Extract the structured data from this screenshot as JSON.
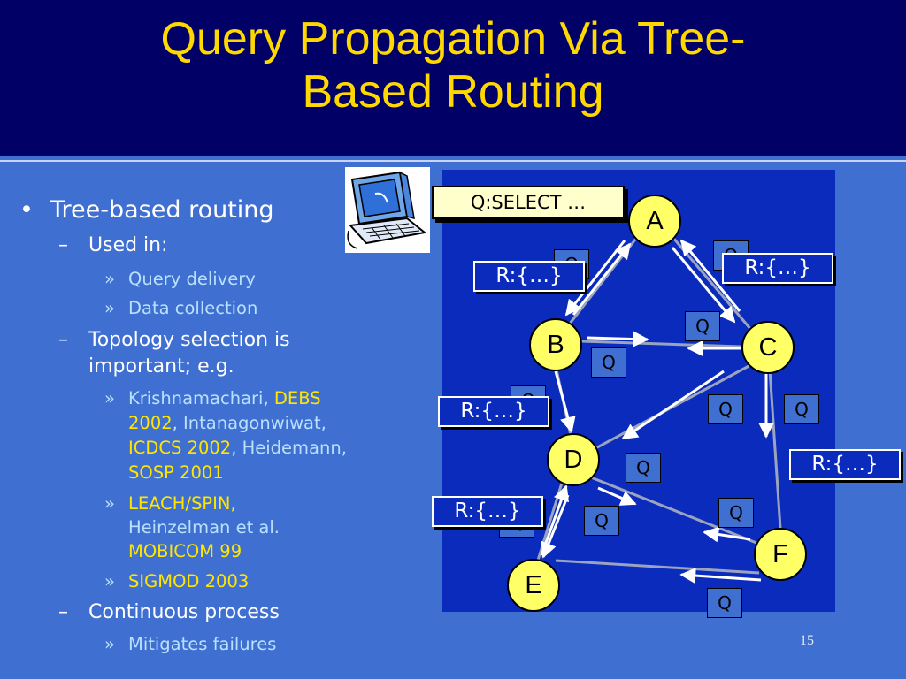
{
  "slide": {
    "title_line1": "Query Propagation Via Tree-",
    "title_line2": "Based Routing",
    "page_number": "15"
  },
  "bullets": {
    "l1_marker": "•",
    "l2_marker": "–",
    "l3_marker": "»",
    "tree_routing": "Tree-based routing",
    "used_in": "Used in:",
    "query_delivery": "Query delivery",
    "data_collection": "Data collection",
    "topology_line1": "Topology selection is",
    "topology_line2": "important; e.g.",
    "ref1_author1": "Krishnamachari, ",
    "ref1_venue1": "DEBS",
    "ref1_venue1b": "2002",
    "ref1_author2": ", Intanagonwiwat,",
    "ref1_venue2": "ICDCS 2002",
    "ref1_author3": ", Heidemann,",
    "ref1_venue3": "SOSP 2001",
    "ref2_line1": "LEACH/SPIN,",
    "ref2_line2": "Heinzelman et al.",
    "ref2_line3": "MOBICOM 99",
    "ref3": "SIGMOD 2003",
    "continuous": "Continuous process",
    "mitigates": "Mitigates failures"
  },
  "diagram": {
    "query_label": "Q:SELECT …",
    "result_label": "R:{…}",
    "query_msg": "Q",
    "nodes": {
      "a": "A",
      "b": "B",
      "c": "C",
      "d": "D",
      "e": "E",
      "f": "F"
    }
  },
  "colors": {
    "background": "#3f6fd0",
    "title_bar": "#000066",
    "title_text": "#ffd800",
    "panel": "#0a2bbb",
    "node_fill": "#ffff66",
    "highlight_text": "#ffe600",
    "sub_bullet_text": "#b9e0ff"
  },
  "icons": {
    "clipart": "computer-clipart"
  }
}
